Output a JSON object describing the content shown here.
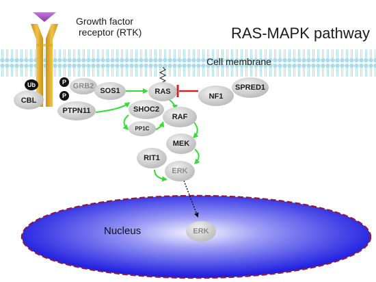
{
  "title": "RAS-MAPK pathway",
  "receptor": {
    "label_line1": "Growth factor",
    "label_line2": "receptor (RTK)"
  },
  "membrane": {
    "label": "Cell membrane"
  },
  "nucleus": {
    "label": "Nucleus"
  },
  "badges": {
    "ub": "Ub",
    "p_top": "P",
    "p_bottom": "P"
  },
  "nodes": {
    "cbl": "CBL",
    "grb2": "GRB2",
    "sos1": "SOS1",
    "ptpn11": "PTPN11",
    "ras": "RAS",
    "nf1": "NF1",
    "spred1": "SPRED1",
    "shoc2": "SHOC2",
    "pp1c": "PP1C",
    "raf": "RAF",
    "mek": "MEK",
    "rit1": "RIT1",
    "erk": "ERK",
    "erk_nucleus": "ERK"
  },
  "colors": {
    "receptor": "#d9a521",
    "ligand": "#b060c8",
    "membrane": "#9ed8e3",
    "arrow": "#33dd33",
    "inhibit": "#cc2222",
    "nucleus_center": "#f4f4ff",
    "nucleus_edge": "#1a1ae0",
    "nucleus_border": "#8a1a4a",
    "badge": "#111111"
  }
}
